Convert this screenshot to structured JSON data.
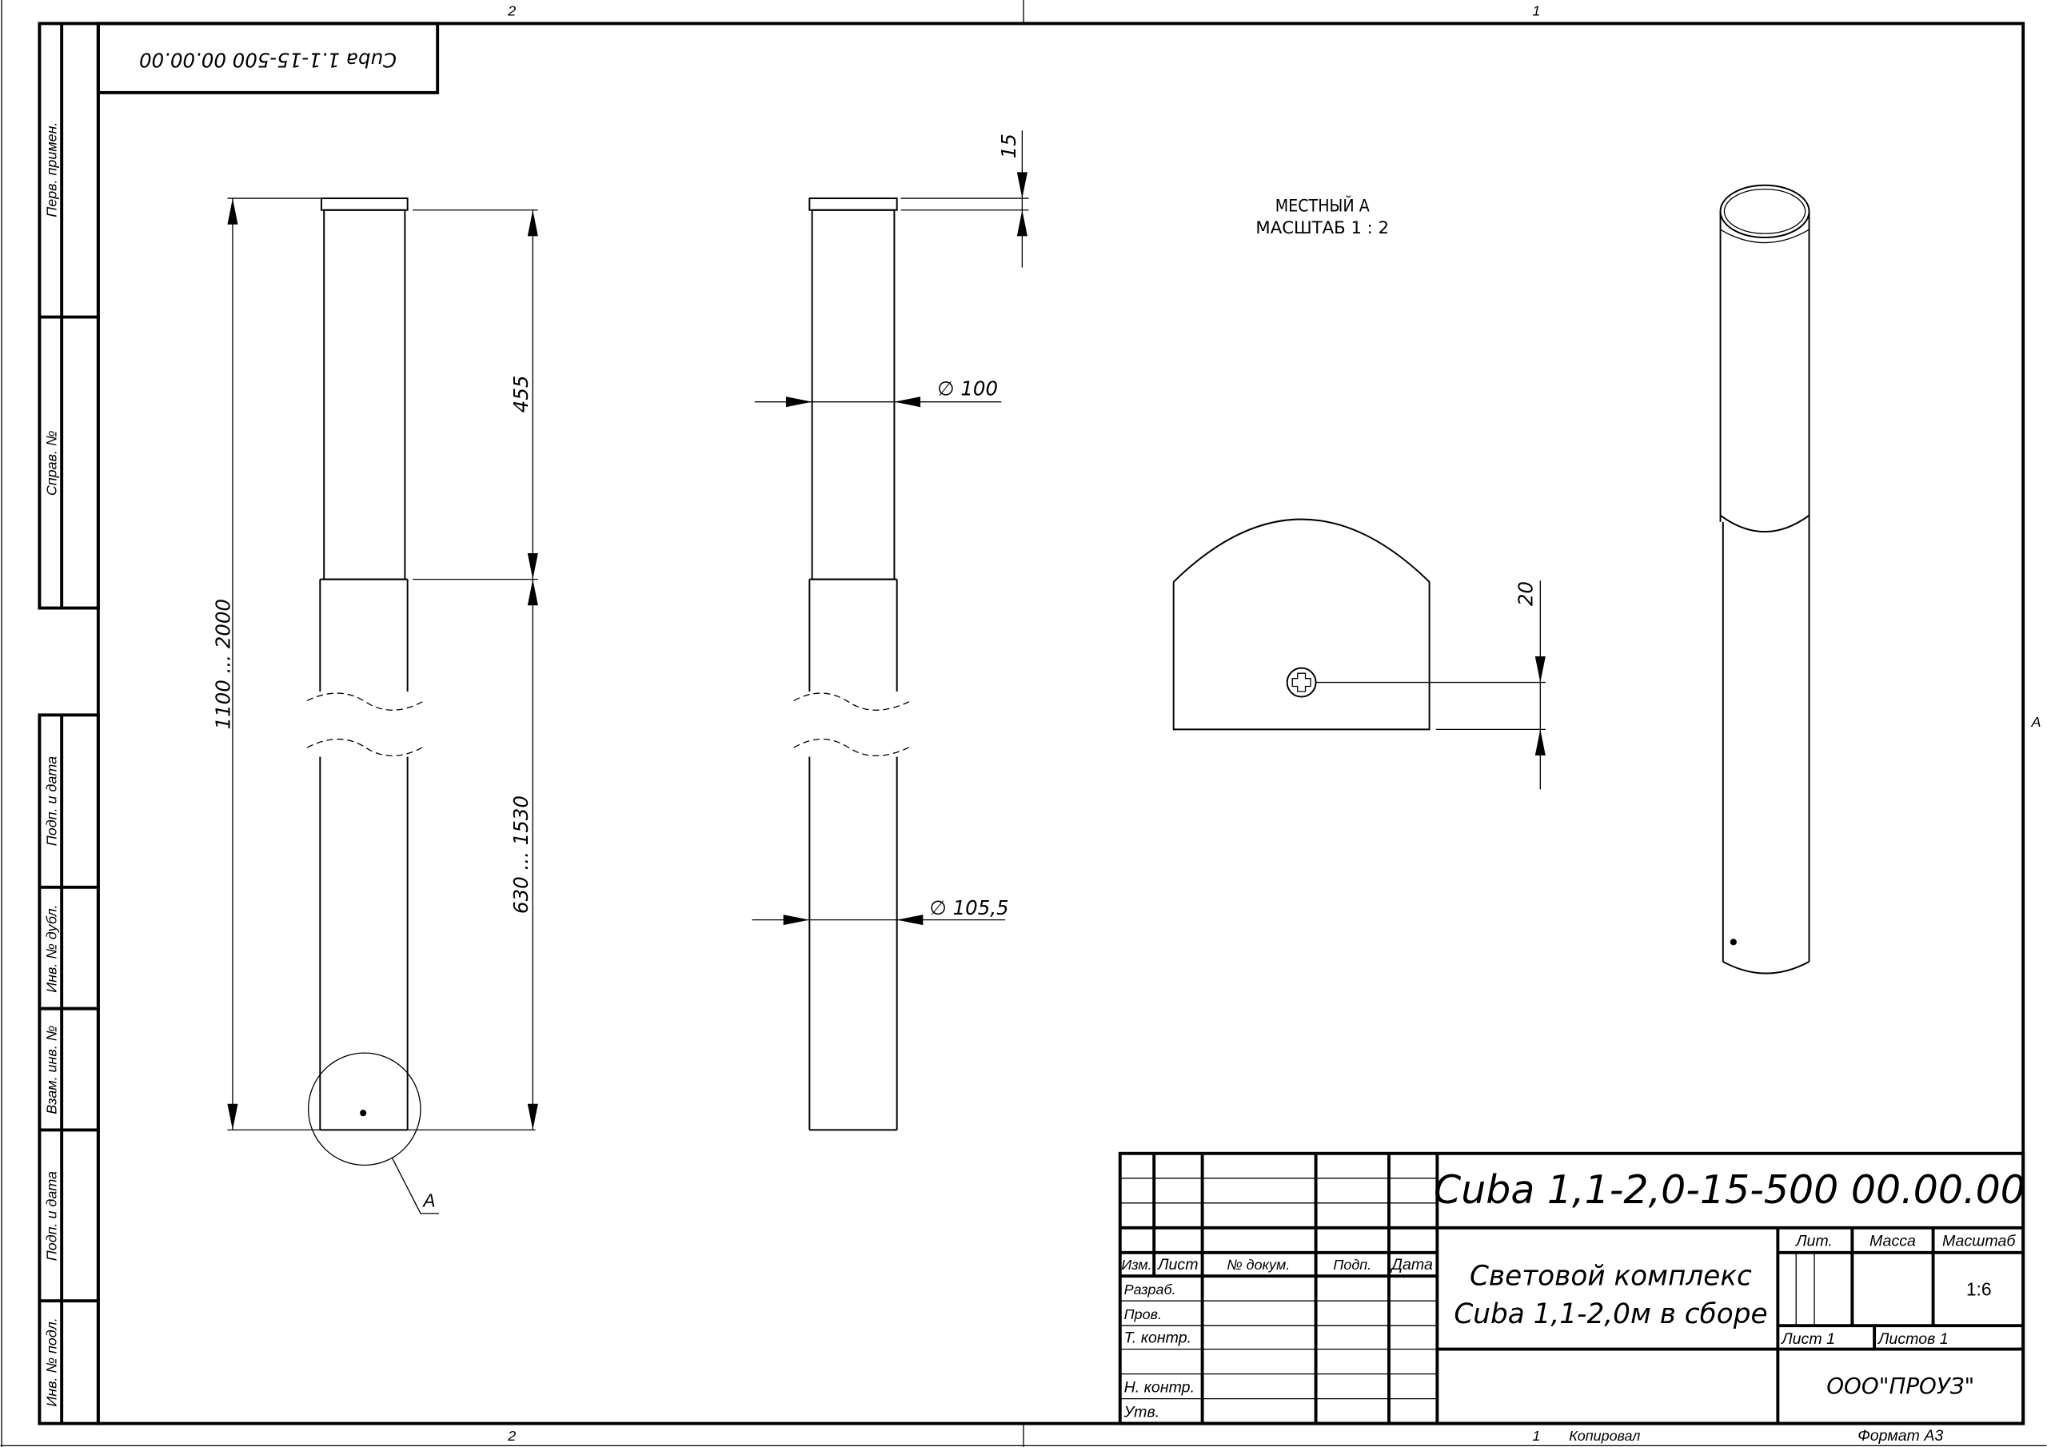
{
  "zones": {
    "top_left": "2",
    "top_right": "1",
    "bottom_left": "2",
    "bottom_right": "1",
    "side": "A"
  },
  "margin_labels": [
    "Перв. примен.",
    "Справ. №",
    "Подп. и дата",
    "Инв. № дубл.",
    "Взам. инв. №",
    "Подп. и дата",
    "Инв. № подл."
  ],
  "stamp_top": "Cuba 1.1-15-500 00.00.00",
  "dimensions": {
    "total_height": "1100 ... 2000",
    "upper_length": "455",
    "lower_length": "630 ... 1530",
    "cap_height": "15",
    "diam_upper": "∅ 100",
    "diam_lower": "∅ 105,5",
    "hole_offset": "20",
    "detail_callout": "A"
  },
  "detail": {
    "title": "МЕСТНЫЙ А",
    "scale": "МАСШТАБ 1 : 2"
  },
  "title_block": {
    "designation": "Cuba 1,1-2,0-15-500 00.00.00",
    "name_line1": "Световой комплекс",
    "name_line2": "Cuba 1,1-2,0м в сборе",
    "headers": {
      "izm": "Изм.",
      "list": "Лист",
      "doc": "№ докум.",
      "sign": "Подп.",
      "date": "Дата"
    },
    "roles": {
      "razrab": "Разраб.",
      "prov": "Пров.",
      "tkontr": "Т. контр.",
      "nkontr": "Н. контр.",
      "utv": "Утв."
    },
    "lit_label": "Лит.",
    "mass_label": "Масса",
    "scale_label": "Масштаб",
    "scale_value": "1:6",
    "sheet": "Лист 1",
    "sheets": "Листов 1",
    "organization": "ООО\"ПРОУЗ\""
  },
  "footer": {
    "copied_num": "1",
    "copied": "Копировал",
    "format": "Формат А3"
  }
}
